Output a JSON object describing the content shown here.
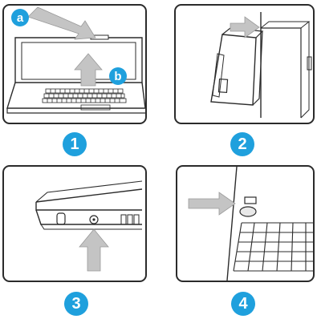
{
  "steps": [
    {
      "number": "1",
      "callouts": [
        "a",
        "b"
      ]
    },
    {
      "number": "2"
    },
    {
      "number": "3"
    },
    {
      "number": "4"
    }
  ],
  "colors": {
    "accent": "#1fa0dd",
    "arrow": "#c4c4c4",
    "line": "#2b2b2b"
  },
  "icons": [
    "laptop-lid-icon",
    "battery-pack-icon",
    "dc-in-port-icon",
    "power-button-icon"
  ]
}
